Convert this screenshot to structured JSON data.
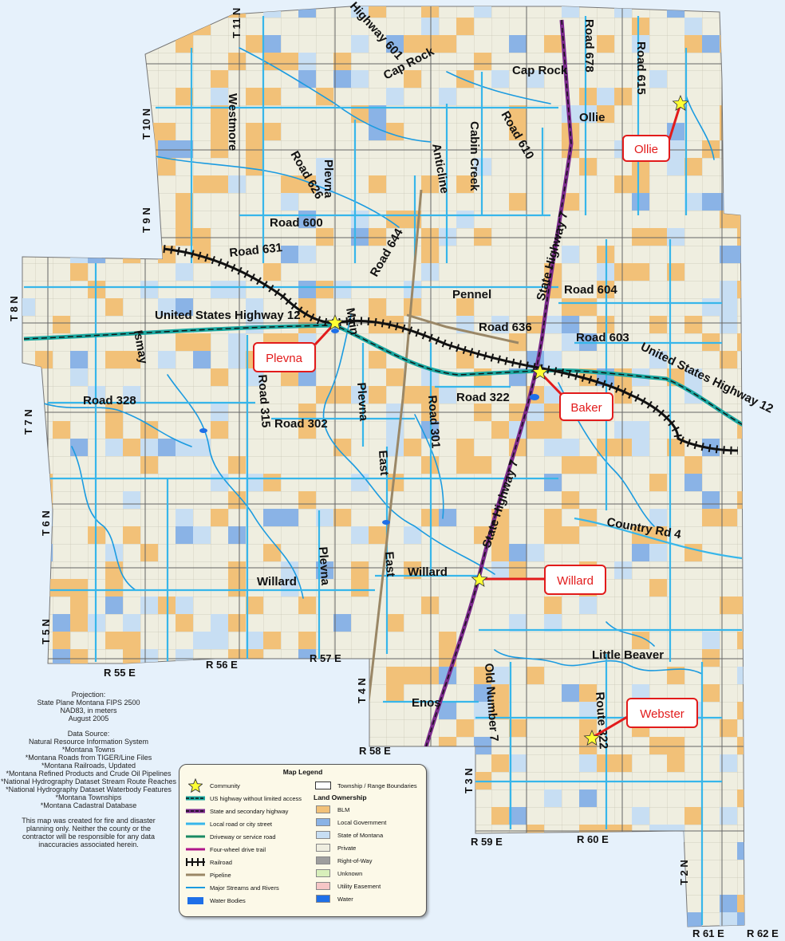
{
  "colors": {
    "private": "#efeee0",
    "blm": "#f2c178",
    "local_government": "#8ab3e6",
    "state_of_montana": "#c7def3",
    "streams": "#1b9be0",
    "local_roads": "#37b6ea",
    "railroad": "#111111",
    "pipeline": "#9a8766",
    "callout": "#e21b1b",
    "background": "#e6f1fb"
  },
  "townships": [
    "T 11 N",
    "T 10 N",
    "T 9 N",
    "T 8 N",
    "T 7 N",
    "T 6 N",
    "T 5 N",
    "T 4 N",
    "T 3 N",
    "T 2 N"
  ],
  "ranges": [
    "R 55 E",
    "R 56 E",
    "R 57 E",
    "R 58 E",
    "R 59 E",
    "R 60 E",
    "R 61 E",
    "R 62 E"
  ],
  "roads": {
    "highway_601": "Highway 601",
    "cap_rock_1": "Cap Rock",
    "cap_rock_2": "Cap Rock",
    "road_678": "Road 678",
    "road_615": "Road 615",
    "westmore": "Westmore",
    "cabin_creek": "Cabin Creek",
    "road_610": "Road 610",
    "road_626": "Road 626",
    "anticline": "Anticline",
    "plevna_n": "Plevna",
    "road_600": "Road 600",
    "road_644": "Road 644",
    "road_631": "Road 631",
    "state_hwy_7_n": "State Highway 7",
    "road_604": "Road 604",
    "pennel": "Pennel",
    "us_hwy_12_w": "United States Highway 12",
    "main": "Main",
    "road_636": "Road 636",
    "road_603": "Road 603",
    "us_hwy_12_e": "United States Highway 12",
    "ismay": "Ismay",
    "road_328": "Road 328",
    "road_315": "Road 315",
    "plevna_c": "Plevna",
    "road_322": "Road 322",
    "road_301": "Road 301",
    "road_302": "Road 302",
    "east_n": "East",
    "state_hwy_7_s": "State Highway 7",
    "country_rd_4": "Country Rd 4",
    "plevna_s": "Plevna",
    "east_s": "East",
    "willard_w": "Willard",
    "willard_c": "Willard",
    "little_beaver": "Little Beaver",
    "old_number_7": "Old Number 7",
    "route_322": "Route 322",
    "enos": "Enos"
  },
  "communities": {
    "ollie_map_label": "Ollie",
    "ollie": "Ollie",
    "plevna": "Plevna",
    "baker": "Baker",
    "willard": "Willard",
    "webster": "Webster"
  },
  "notes": {
    "projection_title": "Projection:",
    "projection_lines": [
      "State Plane Montana FIPS 2500",
      "NAD83, in meters",
      "August 2005"
    ],
    "data_source_title": "Data Source:",
    "data_sources": [
      "Natural Resource Information System",
      "*Montana Towns",
      "*Montana Roads from TIGER/Line Files",
      "*Montana Railroads, Updated",
      "*Montana Refined Products and Crude Oil Pipelines",
      "*National Hydrography Dataset Stream Route Reaches",
      "*National Hydrography Dataset Waterbody Features",
      "*Montana Townships",
      "*Montana Cadastral Database"
    ],
    "disclaimer": "This map was created for fire and disaster planning only. Neither the county or the contractor will be responsible for any data inaccuracies associated herein."
  },
  "legend": {
    "title": "Map Legend",
    "items": {
      "community": "Community",
      "us_highway": "US highway without limited access",
      "state_highway": "State and secondary highway",
      "local_road": "Local road or city street",
      "driveway": "Driveway or service road",
      "four_wheel": "Four-wheel drive trail",
      "railroad": "Railroad",
      "pipeline": "Pipeline",
      "streams": "Major Streams and Rivers",
      "water_bodies": "Water Bodies",
      "township": "Township / Range Boundaries"
    },
    "land_ownership_title": "Land Ownership",
    "land_ownership": [
      "BLM",
      "Local Government",
      "State of Montana",
      "Private",
      "Right-of-Way",
      "Unknown",
      "Utility Easement",
      "Water"
    ],
    "land_colors": [
      "#f2c178",
      "#8ab3e6",
      "#c7def3",
      "#efeee0",
      "#9e9e9e",
      "#d8efbb",
      "#f6c6c6",
      "#1e6fe8"
    ]
  }
}
